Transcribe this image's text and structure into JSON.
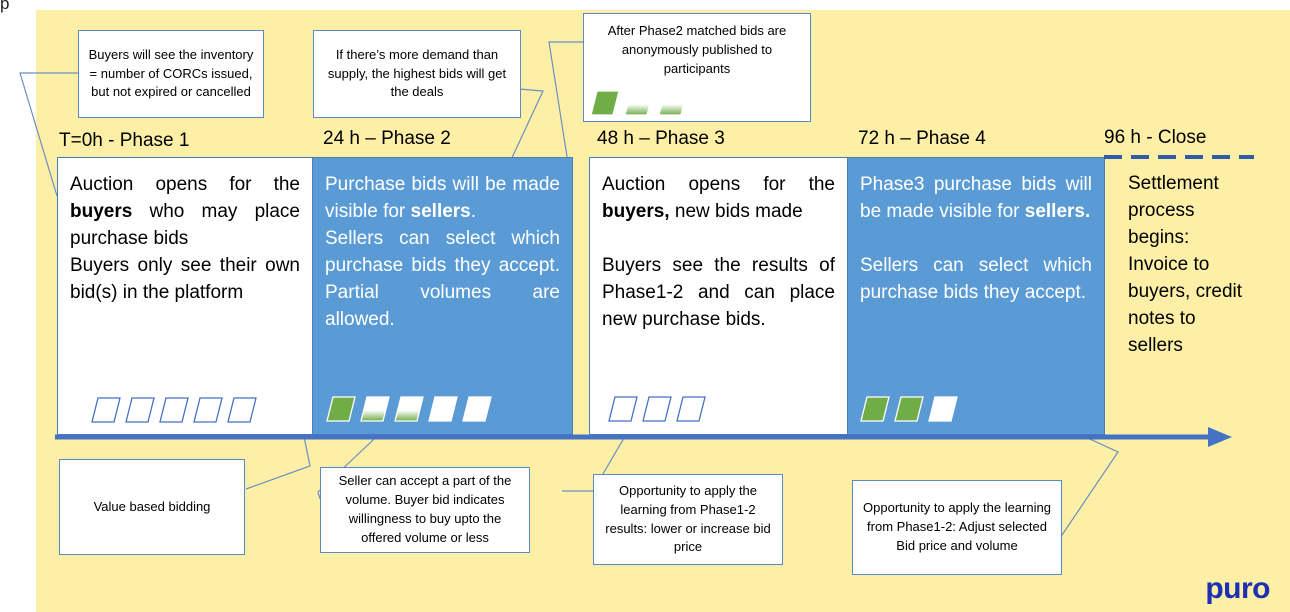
{
  "top_fragment": "p",
  "logo": "puro",
  "phases": [
    {
      "label": "T=0h - Phase 1"
    },
    {
      "label": "24 h – Phase 2"
    },
    {
      "label": "48 h – Phase 3"
    },
    {
      "label": "72 h – Phase 4"
    },
    {
      "label": "96 h - Close"
    }
  ],
  "boxes": {
    "phase1": {
      "pre": "Auction opens for the ",
      "bold": "buyers",
      "post": " who may place purchase bids",
      "line2": "Buyers only see their own bid(s) in the platform"
    },
    "phase2": {
      "text1": "Purchase bids will be made visible for ",
      "bold": "sellers",
      "text1_end": ".",
      "text2": "Sellers can select which purchase bids they accept. Partial volumes are allowed."
    },
    "phase3": {
      "pre": "Auction opens for the ",
      "bold": "buyers,",
      "post": " new bids made",
      "line2": "Buyers see the results of Phase1-2 and can place new purchase bids."
    },
    "phase4": {
      "text1": "Phase3 purchase bids will be made visible for ",
      "bold": "sellers.",
      "text2": "Sellers can select which purchase bids they accept."
    },
    "close": {
      "text": "Settlement process begins: Invoice to buyers, credit notes to sellers"
    }
  },
  "callouts": {
    "inventory": "Buyers will see the inventory =  number of CORCs issued, but not expired or cancelled",
    "demand": "If there’s more demand than supply, the highest bids will get the deals",
    "published": "After Phase2 matched bids are anonymously published to participants",
    "value": "Value based bidding",
    "seller_accept": "Seller can accept a part of the volume. Buyer bid indicates willingness to buy upto the offered volume or less",
    "opportunity3": "Opportunity to apply the learning from Phase1-2 results: lower or increase bid price",
    "opportunity4": "Opportunity to apply the learning from Phase1-2: Adjust selected Bid price and volume"
  },
  "colors": {
    "background": "#fdefa6",
    "box_blue": "#5b9bd5",
    "line": "#4a7ebb",
    "green": "#70ad47",
    "logo": "#1c2fb5"
  },
  "bid_icons": {
    "phase1": [
      "empty",
      "empty",
      "empty",
      "empty",
      "empty"
    ],
    "phase2": [
      "green",
      "gradient",
      "gradient",
      "white",
      "white"
    ],
    "phase3": [
      "empty",
      "empty",
      "empty"
    ],
    "phase4": [
      "green",
      "green",
      "white"
    ],
    "published": [
      "green",
      "gradient",
      "gradient"
    ]
  }
}
